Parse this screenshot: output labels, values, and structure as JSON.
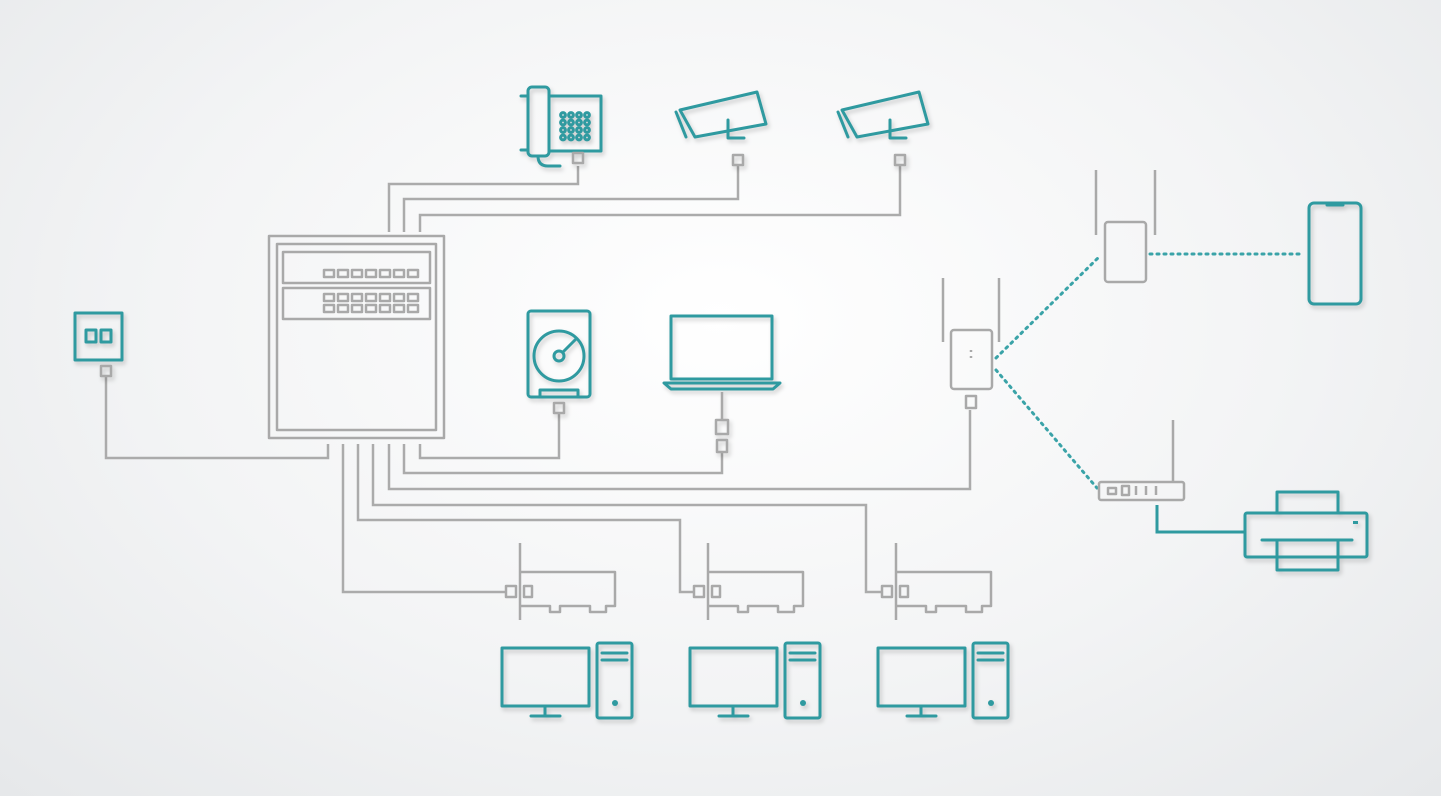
{
  "scene": {
    "type": "network-topology-illustration",
    "colors": {
      "accent": "#2f9aa0",
      "wire": "#ababab",
      "device_outline": "#a9a9a9",
      "background": "#f3f4f5"
    },
    "devices": [
      {
        "id": "wall-jack",
        "icon": "wall-ethernet-jack-icon"
      },
      {
        "id": "network-switch",
        "icon": "rack-switch-icon",
        "port_rows": 2
      },
      {
        "id": "ip-phone",
        "icon": "ip-phone-icon"
      },
      {
        "id": "camera-1",
        "icon": "security-camera-icon"
      },
      {
        "id": "camera-2",
        "icon": "security-camera-icon"
      },
      {
        "id": "nas-drive",
        "icon": "hard-drive-icon"
      },
      {
        "id": "laptop",
        "icon": "laptop-icon"
      },
      {
        "id": "access-point",
        "icon": "wifi-access-point-icon"
      },
      {
        "id": "range-extender",
        "icon": "wifi-extender-icon"
      },
      {
        "id": "smartphone",
        "icon": "smartphone-icon"
      },
      {
        "id": "wifi-adapter",
        "icon": "wireless-bridge-icon"
      },
      {
        "id": "printer",
        "icon": "printer-icon"
      },
      {
        "id": "desktop-1",
        "icon": "desktop-computer-icon"
      },
      {
        "id": "desktop-2",
        "icon": "desktop-computer-icon"
      },
      {
        "id": "desktop-3",
        "icon": "desktop-computer-icon"
      },
      {
        "id": "nic-1",
        "icon": "network-card-icon"
      },
      {
        "id": "nic-2",
        "icon": "network-card-icon"
      },
      {
        "id": "nic-3",
        "icon": "network-card-icon"
      }
    ],
    "links": {
      "wired": [
        [
          "wall-jack",
          "network-switch"
        ],
        [
          "network-switch",
          "ip-phone"
        ],
        [
          "network-switch",
          "camera-1"
        ],
        [
          "network-switch",
          "camera-2"
        ],
        [
          "network-switch",
          "nas-drive"
        ],
        [
          "network-switch",
          "laptop"
        ],
        [
          "network-switch",
          "access-point"
        ],
        [
          "network-switch",
          "nic-1"
        ],
        [
          "network-switch",
          "nic-2"
        ],
        [
          "network-switch",
          "nic-3"
        ],
        [
          "wifi-adapter",
          "printer"
        ]
      ],
      "wireless": [
        [
          "access-point",
          "range-extender"
        ],
        [
          "access-point",
          "wifi-adapter"
        ],
        [
          "range-extender",
          "smartphone"
        ]
      ]
    }
  }
}
